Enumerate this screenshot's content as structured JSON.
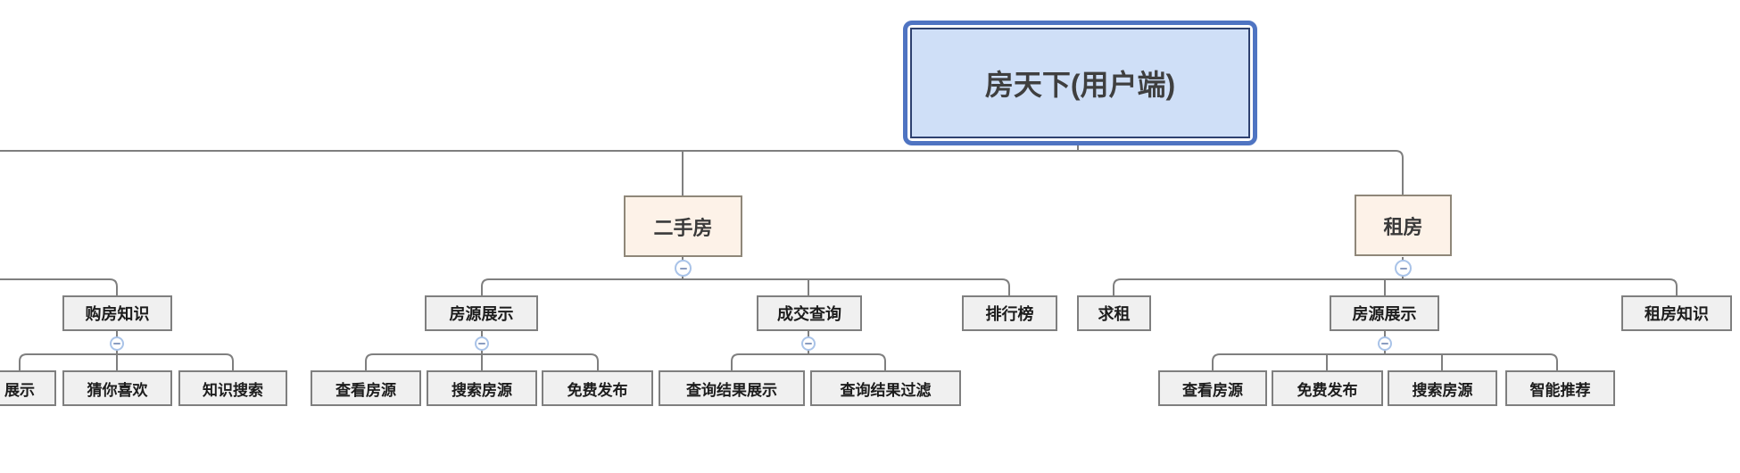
{
  "mindmap": {
    "root": {
      "label": "房天下(用户端)"
    },
    "branches": [
      {
        "label": "二手房",
        "children": [
          {
            "label": "房源展示",
            "children": [
              {
                "label": "查看房源"
              },
              {
                "label": "搜索房源"
              },
              {
                "label": "免费发布"
              }
            ]
          },
          {
            "label": "成交查询",
            "children": [
              {
                "label": "查询结果展示"
              },
              {
                "label": "查询结果过滤"
              }
            ]
          },
          {
            "label": "排行榜",
            "children": []
          }
        ]
      },
      {
        "label": "租房",
        "children": [
          {
            "label": "求租",
            "children": []
          },
          {
            "label": "房源展示",
            "children": [
              {
                "label": "查看房源"
              },
              {
                "label": "免费发布"
              },
              {
                "label": "搜索房源"
              },
              {
                "label": "智能推荐"
              }
            ]
          },
          {
            "label": "租房知识",
            "children": []
          }
        ]
      }
    ],
    "clipped_branch": {
      "label": "购房知识",
      "children": [
        {
          "label": "展示"
        },
        {
          "label": "猜你喜欢"
        },
        {
          "label": "知识搜索"
        }
      ]
    }
  },
  "icons": {
    "collapse": "minus-circle"
  },
  "colors": {
    "root_fill": "#cfdff7",
    "root_border_outer": "#4f74c2",
    "root_border_inner": "#2e4170",
    "branch_fill": "#fdf2e8",
    "branch_border": "#8f8779",
    "node_fill": "#f0f0f0",
    "node_border": "#7f7f7f",
    "connector": "#7f7f7f",
    "collapse_border": "#a9c3e8",
    "collapse_glyph": "#8a9cc0",
    "background": "#ffffff"
  }
}
